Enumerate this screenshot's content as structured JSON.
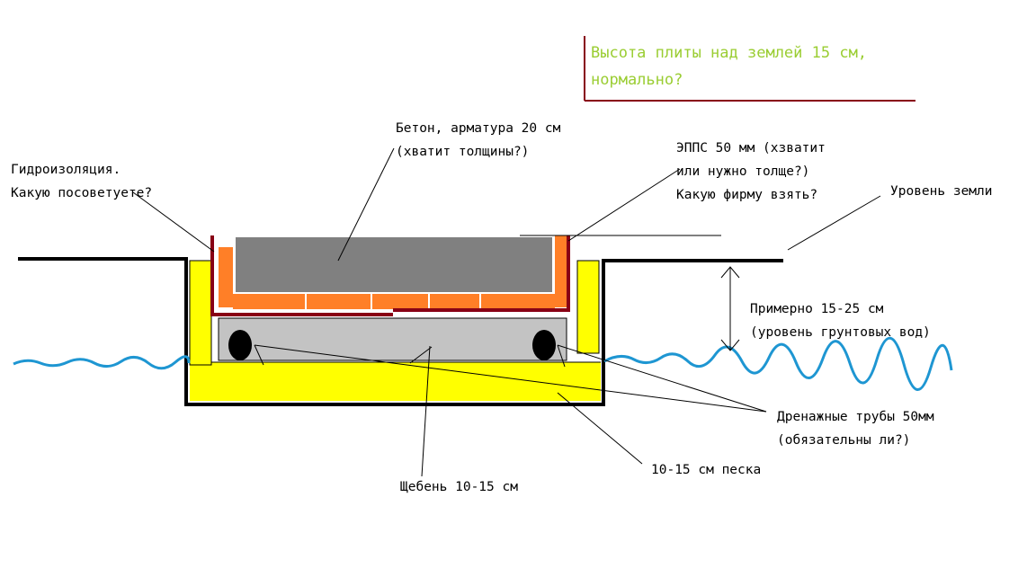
{
  "question": {
    "line1": "Высота плиты над землей 15 см,",
    "line2": "нормально?"
  },
  "labels": {
    "waterproofing": [
      "Гидроизоляция.",
      "Какую посоветуете?"
    ],
    "concrete": [
      "Бетон, арматура 20 см",
      "(хватит толщины?)"
    ],
    "epps": [
      "ЭППС 50 мм (хзватит",
      "или нужно толще?)",
      "Какую фирму взять?"
    ],
    "ground_level": "Уровень земли",
    "groundwater": [
      "Примерно 15-25 см",
      "(уровень грунтовых вод)"
    ],
    "drain_pipes": [
      "Дренажные трубы 50мм",
      "(обязательны ли?)"
    ],
    "sand": "10-15 см песка",
    "gravel": "Щебень 10-15 см"
  },
  "colors": {
    "sand": "#FFFF00",
    "concrete": "#808080",
    "gravel": "#C3C3C3",
    "insulation": "#FF7F27",
    "waterproofing": "#880015",
    "water": "#1E96D2",
    "accent_text": "#9ACD32"
  }
}
